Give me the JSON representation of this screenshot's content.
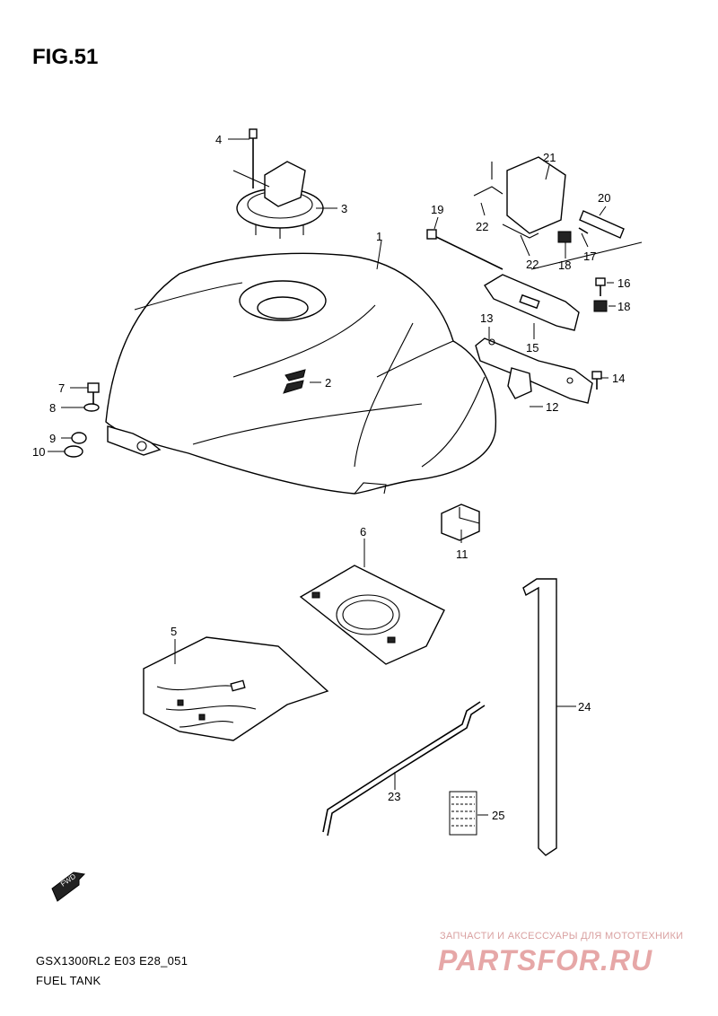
{
  "figure": {
    "title": "FIG.51",
    "model_code": "GSX1300RL2 E03 E28_051",
    "name": "FUEL TANK"
  },
  "watermark": {
    "tagline": "ЗАПЧАСТИ И АКСЕССУАРЫ ДЛЯ МОТОТЕХНИКИ",
    "logo": "PARTSFOR.RU",
    "color": "#e6a7a7"
  },
  "fwd_badge": "FWD",
  "callouts": [
    "1",
    "2",
    "3",
    "4",
    "5",
    "6",
    "7",
    "8",
    "9",
    "10",
    "11",
    "12",
    "13",
    "14",
    "15",
    "16",
    "17",
    "18",
    "18",
    "19",
    "20",
    "21",
    "22",
    "22",
    "23",
    "24",
    "25"
  ]
}
